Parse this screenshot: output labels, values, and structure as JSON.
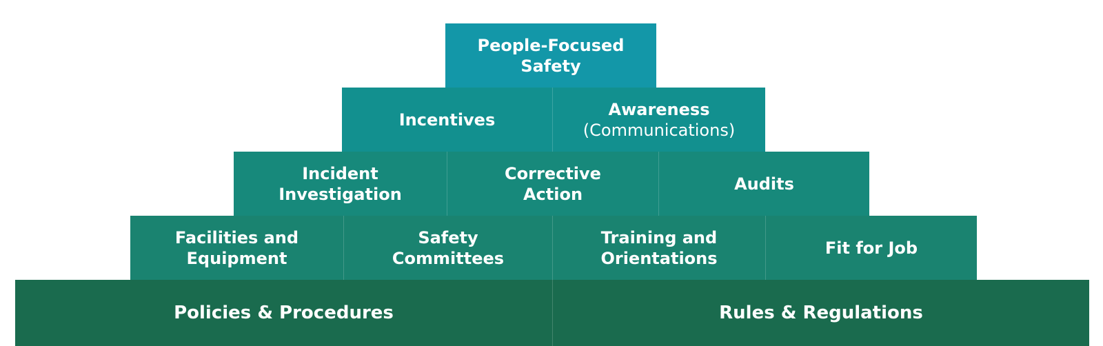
{
  "pyramid": {
    "apex": {
      "line1": "People-Focused",
      "line2": "Safety"
    },
    "row2": {
      "incentives": {
        "line1": "Incentives"
      },
      "awareness": {
        "line1": "Awareness",
        "line2": "(Communications)"
      }
    },
    "row3": {
      "incident": {
        "line1": "Incident",
        "line2": "Investigation"
      },
      "corrective": {
        "line1": "Corrective",
        "line2": "Action"
      },
      "audits": {
        "line1": "Audits"
      }
    },
    "row4": {
      "facilities": {
        "line1": "Facilities and",
        "line2": "Equipment"
      },
      "committees": {
        "line1": "Safety",
        "line2": "Committees"
      },
      "training": {
        "line1": "Training and",
        "line2": "Orientations"
      },
      "fit": {
        "line1": "Fit for Job"
      }
    },
    "base": {
      "policies": {
        "line1": "Policies & Procedures"
      },
      "rules": {
        "line1": "Rules & Regulations"
      }
    }
  },
  "colors": {
    "apex": "#1397a8",
    "row2": "#12908f",
    "row3": "#17897b",
    "row4": "#1a8370",
    "base": "#1a6b4e",
    "text": "#ffffff"
  }
}
